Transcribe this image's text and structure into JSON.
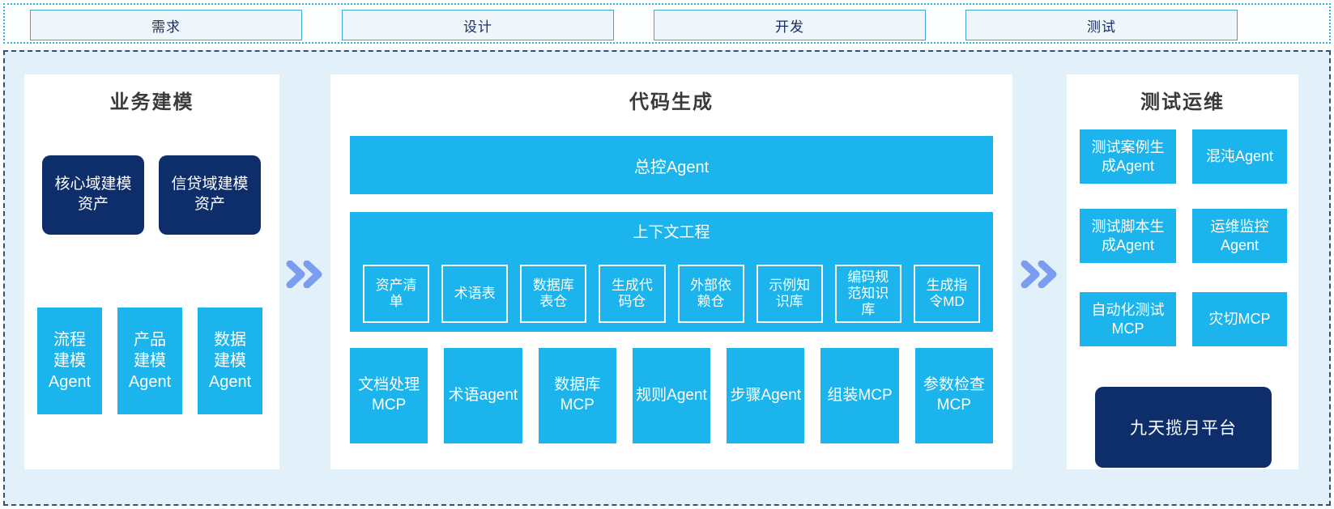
{
  "colors": {
    "cyan": "#1BB4EC",
    "navy": "#0D2D6B",
    "panel_background": "#FFFFFF",
    "container_background": "#E2F0FA",
    "dashed_border": "#3A506A",
    "dotted_border": "#2FB3DF",
    "phase_box_background": "#EEF6FB",
    "phase_box_border": "#3FA5D6",
    "phase_text": "#1B2B5F",
    "title_text": "#3A3A3A",
    "arrow": "#7B9DF0"
  },
  "phases": [
    "需求",
    "设计",
    "开发",
    "测试"
  ],
  "panels": {
    "business_modeling": {
      "title": "业务建模",
      "assets": [
        "核心域建模\n资产",
        "信贷域建模\n资产"
      ],
      "agents": [
        "流程\n建模\nAgent",
        "产品\n建模\nAgent",
        "数据\n建模\nAgent"
      ]
    },
    "code_generation": {
      "title": "代码生成",
      "master_agent": "总控Agent",
      "context_engineering": {
        "title": "上下文工程",
        "items": [
          "资产清\n单",
          "术语表",
          "数据库\n表仓",
          "生成代\n码仓",
          "外部依\n赖仓",
          "示例知\n识库",
          "编码规\n范知识\n库",
          "生成指\n令MD"
        ]
      },
      "tools": [
        "文档处理\nMCP",
        "术语agent",
        "数据库\nMCP",
        "规则Agent",
        "步骤Agent",
        "组装MCP",
        "参数检查\nMCP"
      ]
    },
    "test_ops": {
      "title": "测试运维",
      "boxes": [
        "测试案例生\n成Agent",
        "混沌Agent",
        "测试脚本生\n成Agent",
        "运维监控\nAgent",
        "自动化测试\nMCP",
        "灾切MCP"
      ],
      "platform": "九天揽月平台"
    }
  }
}
